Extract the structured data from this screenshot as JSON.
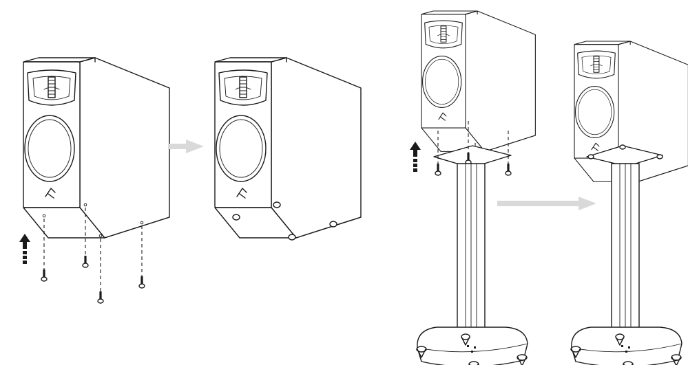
{
  "figure": {
    "panels": [
      "speaker-screw-removal",
      "speaker-feet-mounted",
      "speaker-stand-mounting",
      "speaker-on-stand-result"
    ],
    "colors": {
      "line": "#1a1a1a",
      "background": "#ffffff",
      "arrow_grey": "#d9d9d9",
      "arrow_dark": "#1a1a1a"
    },
    "icons": [
      "speaker-icon",
      "screw-icon",
      "stand-icon",
      "up-arrow-icon",
      "right-arrow-icon",
      "brand-logo-icon"
    ]
  }
}
